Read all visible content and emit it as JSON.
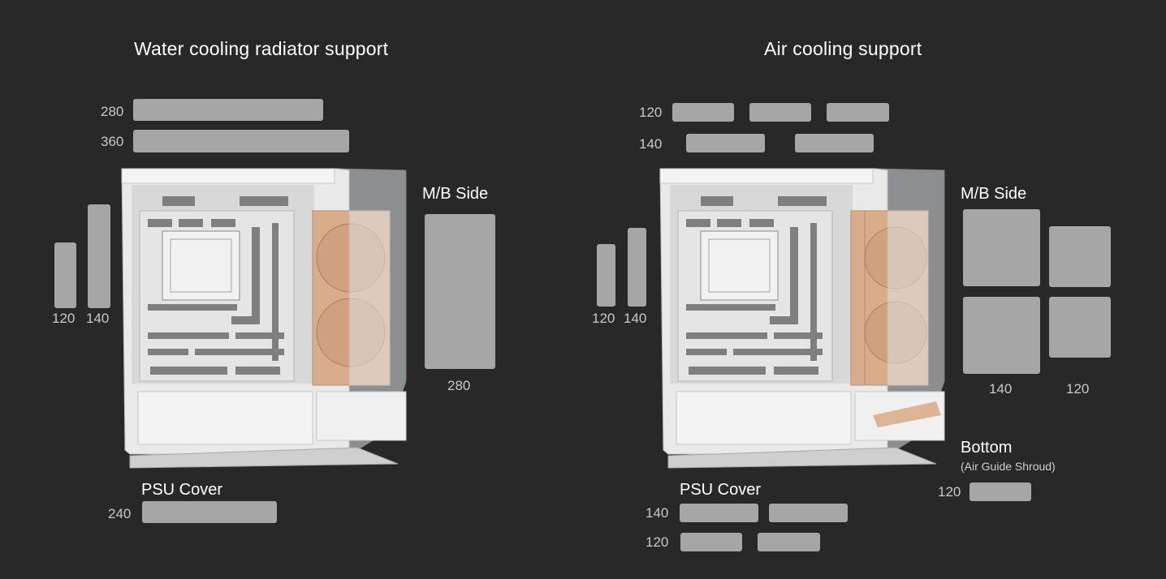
{
  "water": {
    "title": "Water cooling radiator support",
    "top": {
      "size_a": "280",
      "size_b": "360"
    },
    "rear": {
      "size_a": "120",
      "size_b": "140"
    },
    "mb_side": {
      "label": "M/B Side",
      "size": "280"
    },
    "psu_cover": {
      "label": "PSU Cover",
      "size": "240"
    }
  },
  "air": {
    "title": "Air cooling support",
    "top": {
      "size_a": "120",
      "size_b": "140"
    },
    "rear": {
      "size_a": "120",
      "size_b": "140"
    },
    "mb_side": {
      "label": "M/B Side",
      "size_a": "140",
      "size_b": "120"
    },
    "bottom": {
      "label": "Bottom",
      "sublabel": "(Air Guide Shroud)",
      "size": "120"
    },
    "psu_cover": {
      "label": "PSU Cover",
      "size_a": "140",
      "size_b": "120"
    }
  },
  "colors": {
    "background": "#282828",
    "placeholder_bar": "#a6a6a6",
    "case_body": "#eeeeee",
    "fan_panel": "#d9ad8c"
  }
}
